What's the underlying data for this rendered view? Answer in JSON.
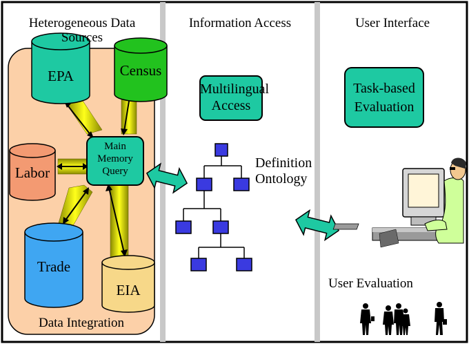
{
  "columns": {
    "sources": {
      "title_line1": "Heterogeneous Data",
      "title_line2": "Sources"
    },
    "access": {
      "title": "Information Access"
    },
    "ui": {
      "title": "User Interface"
    }
  },
  "sources": {
    "epa": "EPA",
    "census": "Census",
    "labor": "Labor",
    "trade": "Trade",
    "eia": "EIA"
  },
  "query": {
    "line1": "Main",
    "line2": "Memory",
    "line3": "Query"
  },
  "integration": {
    "label": "Data Integration"
  },
  "multilingual": {
    "line1": "Multilingual",
    "line2": "Access"
  },
  "ontology": {
    "line1": "Definition",
    "line2": "Ontology"
  },
  "evaluation": {
    "line1": "Task-based",
    "line2": "Evaluation"
  },
  "user_evaluation": {
    "label": "User Evaluation"
  },
  "colors": {
    "integration_fill": "#fcd0a8",
    "teal_fill": "#1ec9a2",
    "census_fill": "#22c21e",
    "labor_fill": "#f39a72",
    "trade_fill": "#3fa6f2",
    "eia_fill": "#f7d889",
    "tree_node_fill": "#3a3ae0",
    "yellow_arrow_fill": "#e8e800"
  },
  "icons": {
    "computer": "computer-user-icon",
    "people": "people-silhouettes-icon"
  }
}
